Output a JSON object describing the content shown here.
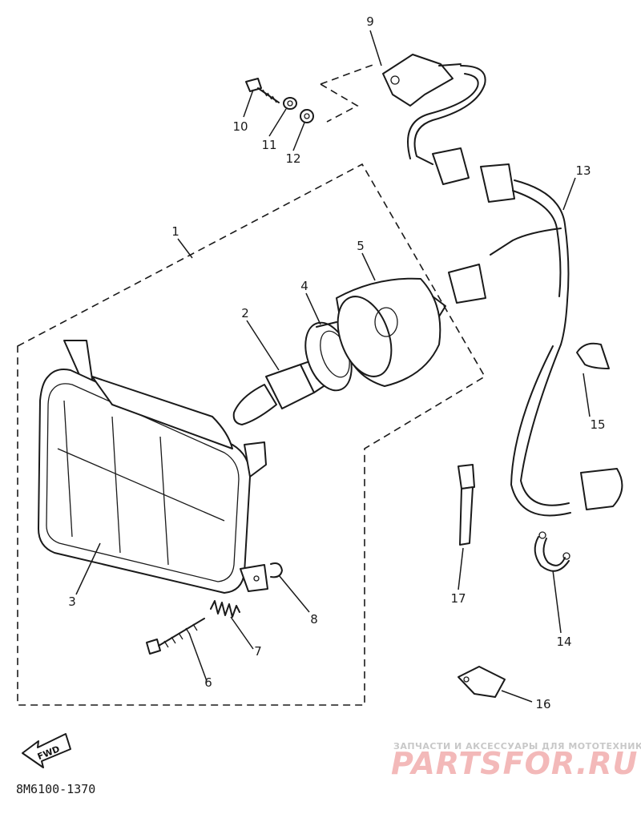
{
  "diagram": {
    "callouts": [
      "1",
      "2",
      "3",
      "4",
      "5",
      "6",
      "7",
      "8",
      "9",
      "10",
      "11",
      "12",
      "13",
      "14",
      "15",
      "16",
      "17"
    ],
    "fwd_label": "FWD",
    "catalog_code": "8M6100-1370"
  },
  "watermark": {
    "caption": "ЗАПЧАСТИ И АКСЕССУАРЫ ДЛЯ МОТОТЕХНИКИ",
    "logo": "PARTSFOR.RU"
  }
}
